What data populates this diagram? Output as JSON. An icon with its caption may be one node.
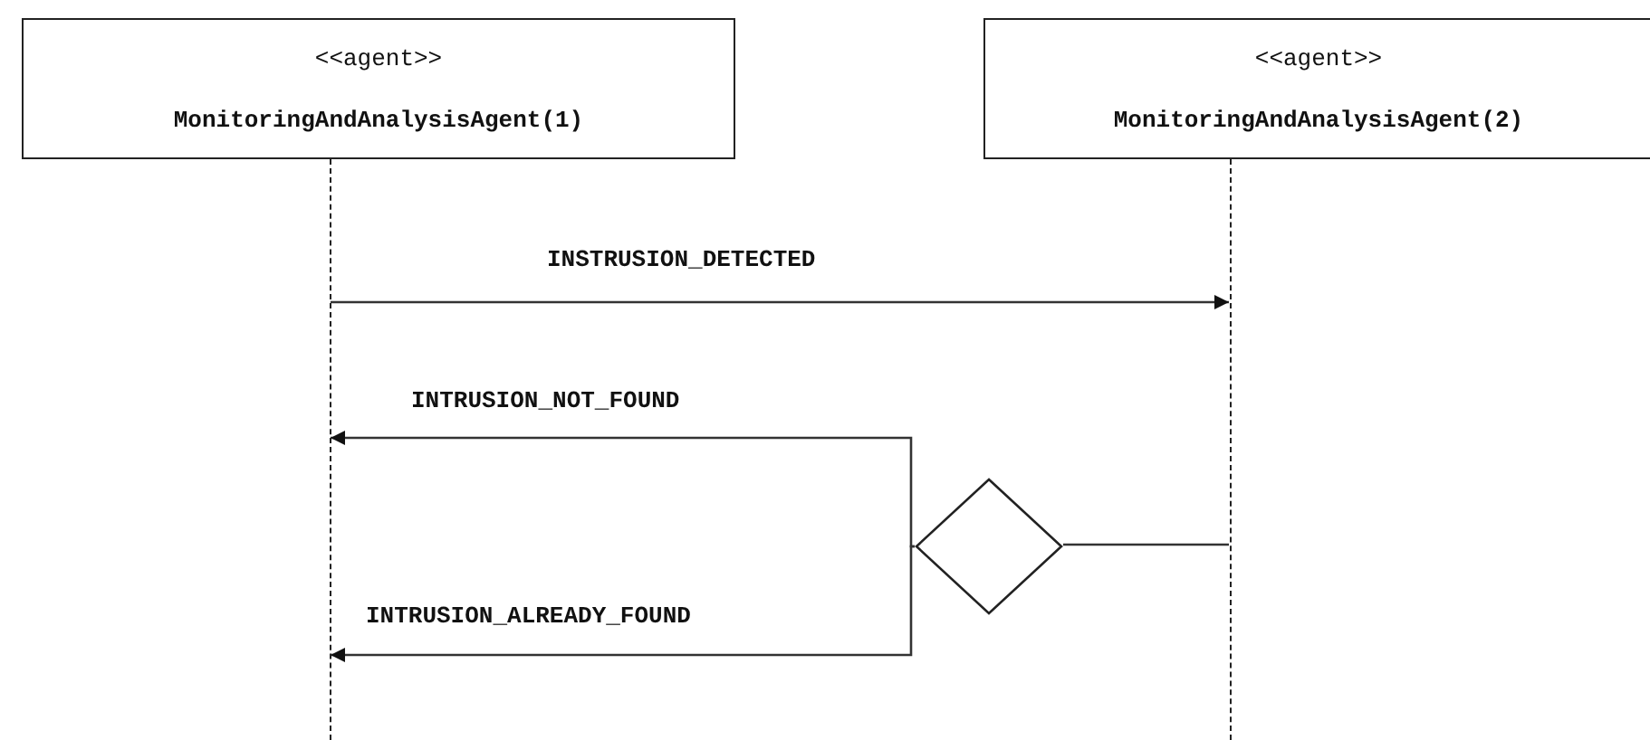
{
  "diagram": {
    "nodes": [
      {
        "text": [
          "<<agent>>",
          "MonitoringAndAnalysisAgent(1)"
        ]
      },
      {
        "text": [
          "<<agent>>",
          "MonitoringAndAnalysisAgent(2)"
        ]
      },
      {
        "text": [],
        "shape": "line"
      },
      {
        "text": [],
        "shape": "line"
      },
      {
        "text": [],
        "shape": "diamond"
      }
    ],
    "edges": [
      {
        "from": 2,
        "to": 3,
        "arrow": "to",
        "label": "INSTRUSION_DETECTED"
      },
      {
        "from": 3,
        "to": 4,
        "arrow": "none"
      },
      {
        "from": 4,
        "to": 2,
        "arrow": "to",
        "label": "INTRUSION_NOT_FOUND"
      },
      {
        "from": 4,
        "to": 2,
        "arrow": "to",
        "label": "INTRUSION_ALREADY_FOUND"
      }
    ]
  }
}
